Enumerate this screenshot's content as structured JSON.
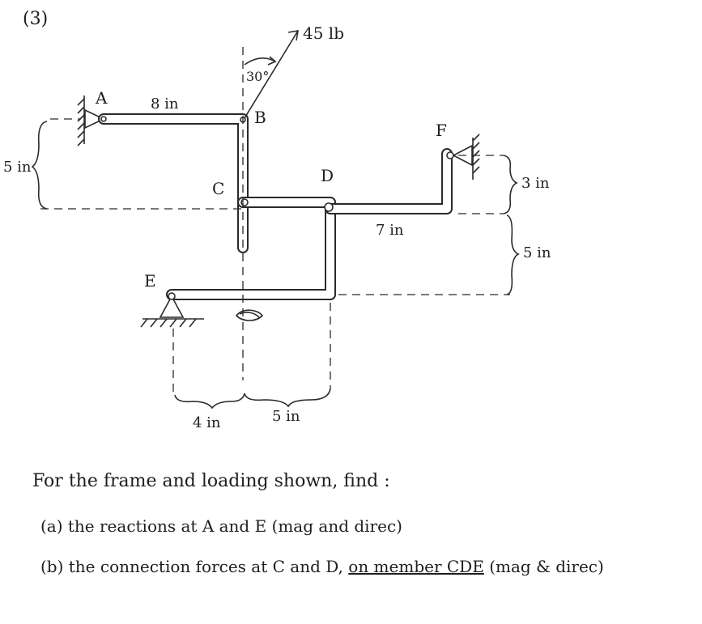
{
  "problem_number": "(3)",
  "load": {
    "value": "45 lb",
    "angle": "30°"
  },
  "points": {
    "A": "A",
    "B": "B",
    "C": "C",
    "D": "D",
    "E": "E",
    "F": "F"
  },
  "dimensions": {
    "ab": "8 in",
    "left_vertical": "5 in",
    "f_drop": "3 in",
    "df": "7 in",
    "right_vertical": "5 in",
    "ec": "4 in",
    "cd": "5 in"
  },
  "statement": "For the frame and loading shown, find :",
  "parts": {
    "a": "(a) the reactions at A and E (mag and direc)",
    "b_lead": "(b) the connection forces at C and D,",
    "b_underlined": "on member CDE",
    "b_tail": "(mag & direc)"
  },
  "colors": {
    "ink": "#1e1e1e",
    "paper": "#ffffff"
  }
}
